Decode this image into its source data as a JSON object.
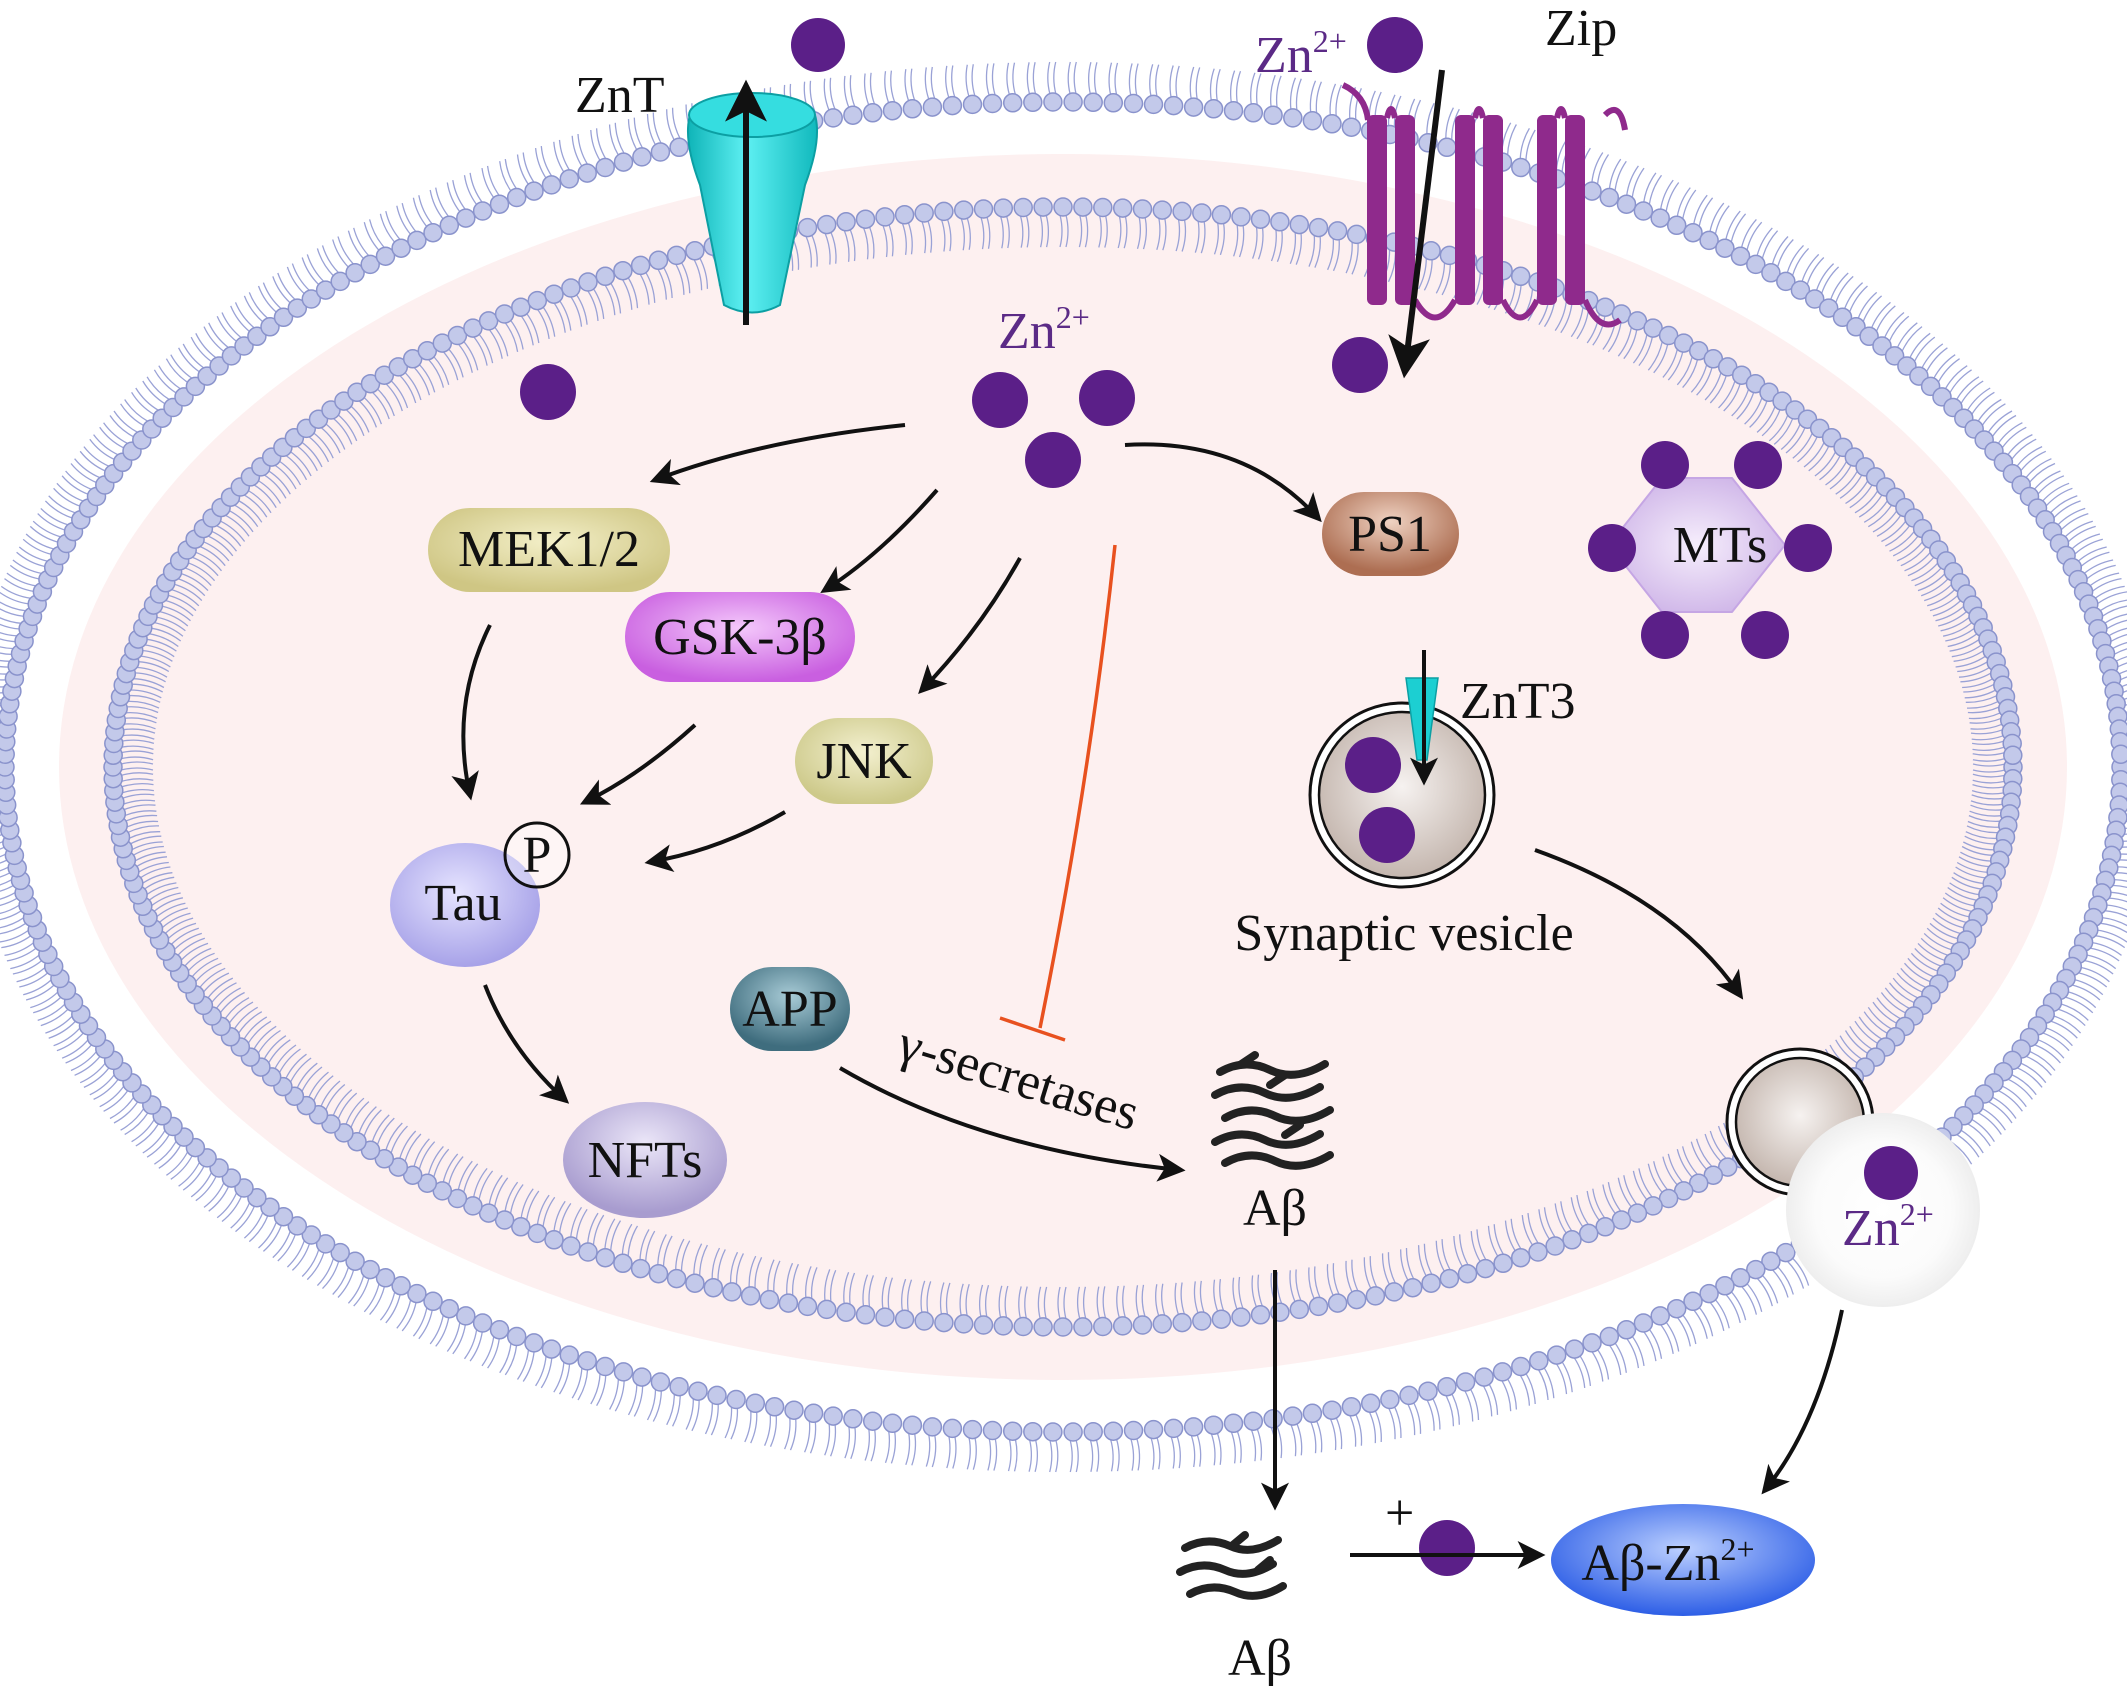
{
  "colors": {
    "zinc": "#5b1f88",
    "cytoplasm": "#fdf0f0",
    "lipid_head": "#c3c9ea",
    "lipid_head_stroke": "#8a93cc",
    "znt": "#1ccfd2",
    "zip": "#8f2a8c",
    "mek": "#d6cf93",
    "gsk": "#d57ae6",
    "jnk": "#d8d49a",
    "tau": "#b9b6ee",
    "nfts": "#b7abd8",
    "app": "#4d7c8d",
    "ps1": "#b5785c",
    "mts": "#d9c3ee",
    "vesicle": "#d7ccc6",
    "abzn": "#3f6fe8",
    "inhibit": "#e8511f"
  },
  "labels": {
    "znt": "ZnT",
    "zip": "Zip",
    "zn_base": "Zn",
    "zn_sup": "2+",
    "mek": "MEK1/2",
    "gsk": "GSK-3β",
    "jnk": "JNK",
    "tau": "Tau",
    "phospho": "P",
    "nfts": "NFTs",
    "app": "APP",
    "gamma": "γ-secretases",
    "ps1": "PS1",
    "mts": "MTs",
    "znt3": "ZnT3",
    "synaptic_vesicle": "Synaptic vesicle",
    "abeta": "Aβ",
    "plus": "+",
    "abzn_base": "Aβ-Zn",
    "abzn_sup": "2+"
  }
}
